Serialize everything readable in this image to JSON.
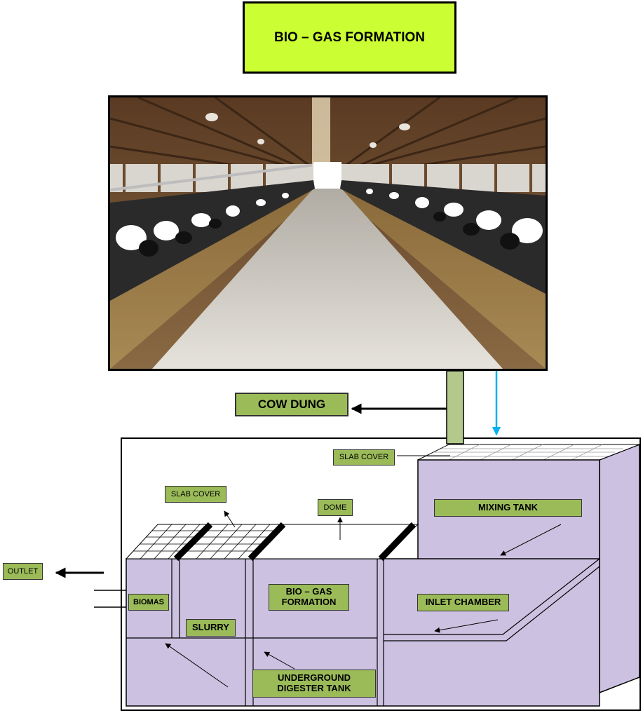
{
  "title": "BIO – GAS FORMATION",
  "labels": {
    "cow_dung": "COW DUNG",
    "slab_cover_top": "SLAB COVER",
    "slab_cover_left": "SLAB COVER",
    "dome": "DOME",
    "mixing_tank": "MIXING TANK",
    "outlet": "OUTLET",
    "biomas": "BIOMAS",
    "slurry": "SLURRY",
    "biogas_formation_line1": "BIO – GAS",
    "biogas_formation_line2": "FORMATION",
    "inlet_chamber": "INLET CHAMBER",
    "underground_line1": "UNDERGROUND",
    "underground_line2": "DIGESTER TANK"
  },
  "photo": {
    "subject": "cattle barn with cows feeding on both sides of a central aisle"
  },
  "colors": {
    "title_bg": "#ccff33",
    "label_bg": "#9bbb59",
    "tank_fill": "#ccc1e0",
    "pipe_fill": "#b3c98c",
    "inflow_arrow": "#00b0f0"
  }
}
